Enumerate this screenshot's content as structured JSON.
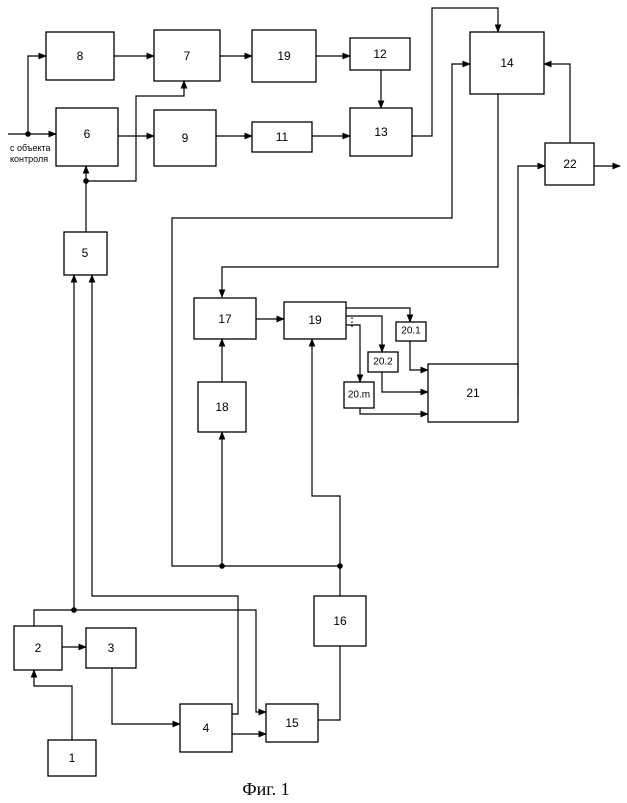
{
  "blocks": {
    "b1": "1",
    "b2": "2",
    "b3": "3",
    "b4": "4",
    "b5": "5",
    "b6": "6",
    "b7": "7",
    "b8": "8",
    "b9": "9",
    "b11": "11",
    "b12": "12",
    "b13": "13",
    "b14": "14",
    "b15": "15",
    "b16": "16",
    "b17": "17",
    "b18": "18",
    "b19a": "19",
    "b19b": "19",
    "b20_1": "20.1",
    "b20_2": "20.2",
    "b20_m": "20.m",
    "b21": "21",
    "b22": "22"
  },
  "input_label": {
    "line1": "с объекта",
    "line2": "контроля"
  },
  "ellipsis": "⋮",
  "caption": "Фиг. 1"
}
